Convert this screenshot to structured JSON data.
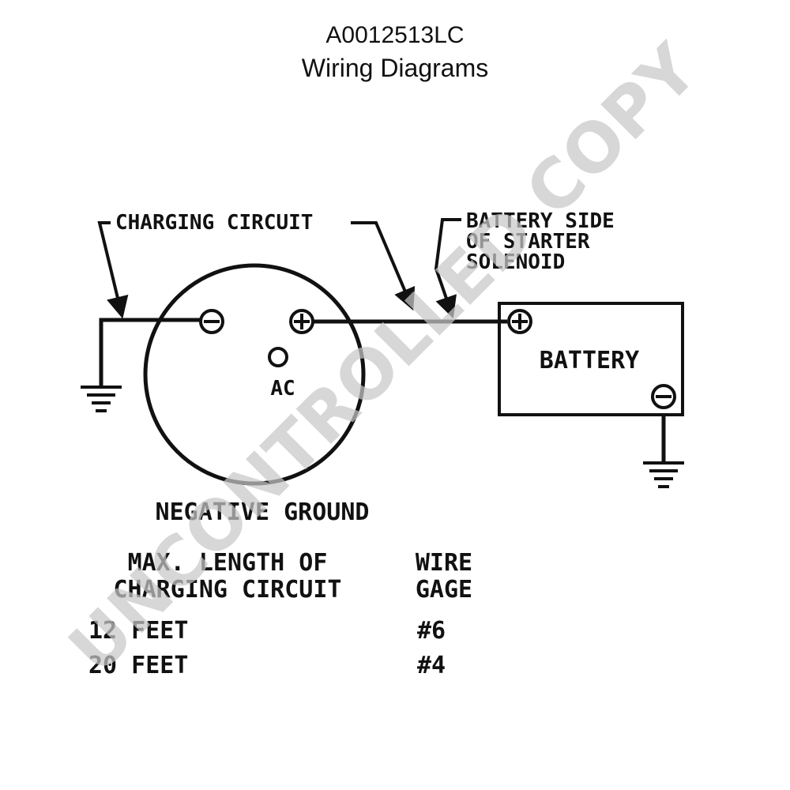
{
  "header": {
    "doc_id": "A0012513LC",
    "title": "Wiring Diagrams"
  },
  "diagram": {
    "labels": {
      "charging_circuit": "CHARGING CIRCUIT",
      "battery_side_line1": "BATTERY SIDE",
      "battery_side_line2": "OF STARTER",
      "battery_side_line3": "SOLENOID",
      "battery": "BATTERY",
      "ac": "AC",
      "negative_ground": "NEGATIVE GROUND"
    },
    "terminals": {
      "negative": "⊖",
      "positive": "⊕"
    }
  },
  "table": {
    "col1_header_line1": "MAX. LENGTH OF",
    "col1_header_line2": "CHARGING CIRCUIT",
    "col2_header_line1": "WIRE",
    "col2_header_line2": "GAGE",
    "rows": [
      {
        "length": "12 FEET",
        "gage": "#6"
      },
      {
        "length": "20 FEET",
        "gage": "#4"
      }
    ]
  },
  "watermark": "UNCONTROLLED COPY"
}
